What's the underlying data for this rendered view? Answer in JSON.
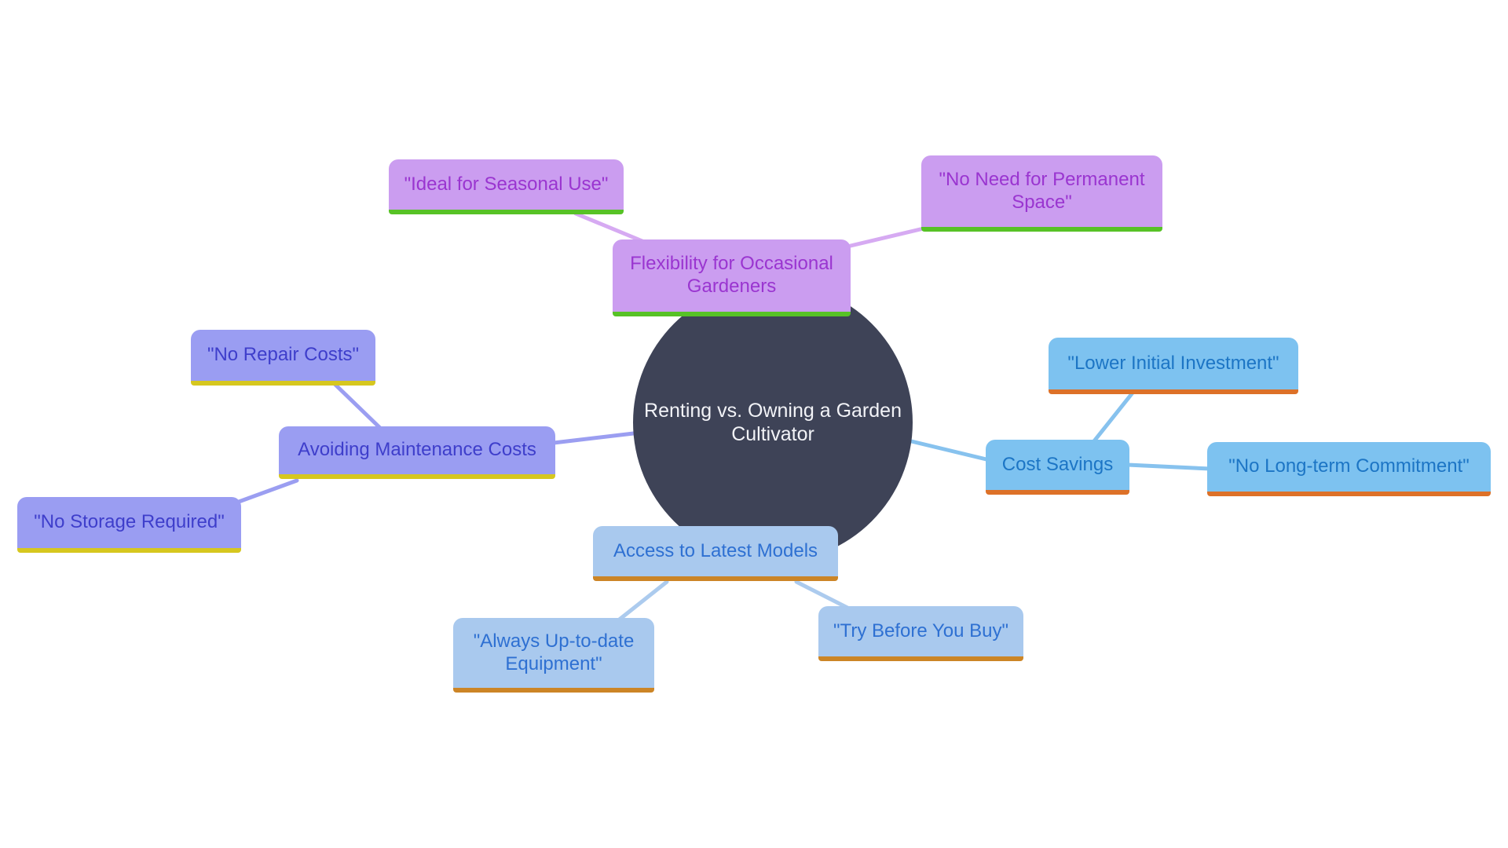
{
  "page": {
    "background_color": "#ffffff"
  },
  "diagram": {
    "type": "mindmap",
    "center": {
      "label": "Renting vs. Owning a Garden\nCultivator",
      "fill": "#3e4357",
      "text_color": "#f2f3f7"
    },
    "branches": [
      {
        "label": "Flexibility for Occasional\nGardeners",
        "fill": "#cb9df0",
        "text_color": "#9a35d0",
        "accent_color": "#57c226",
        "line_color": "#d6aaf2",
        "children": [
          {
            "label": "\"Ideal for Seasonal Use\""
          },
          {
            "label": "\"No Need for Permanent\nSpace\""
          }
        ]
      },
      {
        "label": "Avoiding Maintenance Costs",
        "fill": "#9a9df2",
        "text_color": "#3e3ecb",
        "accent_color": "#d6c71f",
        "line_color": "#9b9ef1",
        "children": [
          {
            "label": "\"No Repair Costs\""
          },
          {
            "label": "\"No Storage Required\""
          }
        ]
      },
      {
        "label": "Cost Savings",
        "fill": "#7dc2f0",
        "text_color": "#1c75c5",
        "accent_color": "#dd7128",
        "line_color": "#87c2ee",
        "children": [
          {
            "label": "\"Lower Initial Investment\""
          },
          {
            "label": "\"No Long-term Commitment\""
          }
        ]
      },
      {
        "label": "Access to Latest Models",
        "fill": "#a9c9ee",
        "text_color": "#2e70d2",
        "accent_color": "#cc8526",
        "line_color": "#accbee",
        "children": [
          {
            "label": "\"Always Up-to-date\nEquipment\""
          },
          {
            "label": "\"Try Before You Buy\""
          }
        ]
      }
    ]
  }
}
